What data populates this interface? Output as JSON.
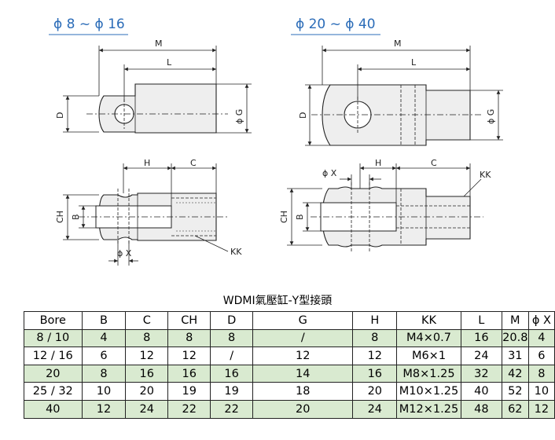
{
  "ranges": {
    "left": "ϕ 8 ~ ϕ 16",
    "right": "ϕ 20 ~ ϕ 40"
  },
  "dims": {
    "M": "M",
    "L": "L",
    "D": "D",
    "G": "ϕ G",
    "H": "H",
    "C": "C",
    "CH": "CH",
    "B": "B",
    "X": "ϕ X",
    "KK": "KK"
  },
  "colors": {
    "accent": "#2b6cb8",
    "row_shade": "#d9ead0",
    "part_fill": "#eeeeee"
  },
  "table": {
    "title": "WDMI氣壓缸-Y型接頭",
    "headers": [
      "Bore",
      "B",
      "C",
      "CH",
      "D",
      "G",
      "H",
      "KK",
      "L",
      "M",
      "ϕ X"
    ],
    "rows": [
      [
        "8 / 10",
        "4",
        "8",
        "8",
        "8",
        "/",
        "8",
        "M4×0.7",
        "16",
        "20.8",
        "4"
      ],
      [
        "12 / 16",
        "6",
        "12",
        "12",
        "/",
        "12",
        "12",
        "M6×1",
        "24",
        "31",
        "6"
      ],
      [
        "20",
        "8",
        "16",
        "16",
        "16",
        "14",
        "16",
        "M8×1.25",
        "32",
        "42",
        "8"
      ],
      [
        "25 / 32",
        "10",
        "20",
        "19",
        "19",
        "18",
        "20",
        "M10×1.25",
        "40",
        "52",
        "10"
      ],
      [
        "40",
        "12",
        "24",
        "22",
        "22",
        "20",
        "24",
        "M12×1.25",
        "48",
        "62",
        "12"
      ]
    ]
  }
}
